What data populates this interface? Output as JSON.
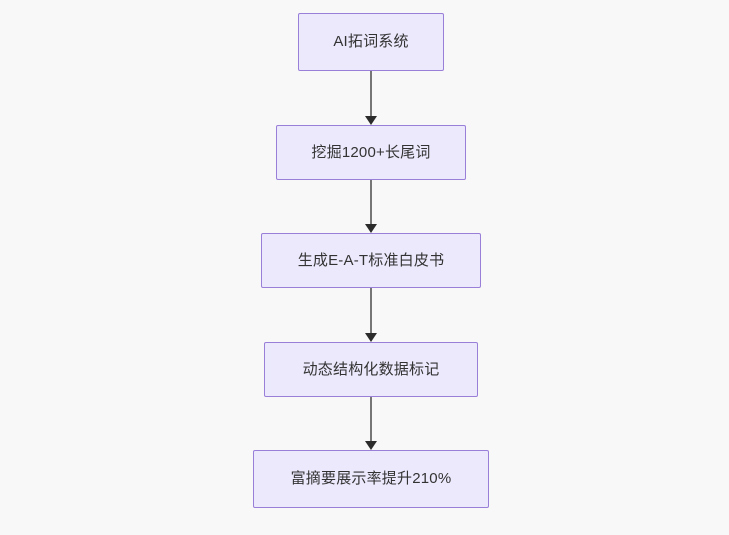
{
  "diagram": {
    "type": "flowchart",
    "direction": "top-to-bottom",
    "background_color": "#f8f8f8",
    "node_fill_color": "#ece9fc",
    "node_border_color": "#9a7fd8",
    "node_text_color": "#333333",
    "connector_line_color": "#767676",
    "connector_arrow_color": "#2b2b2b",
    "nodes": [
      {
        "id": "n0",
        "label": "AI拓词系统"
      },
      {
        "id": "n1",
        "label": "挖掘1200+长尾词"
      },
      {
        "id": "n2",
        "label": "生成E-A-T标准白皮书"
      },
      {
        "id": "n3",
        "label": "动态结构化数据标记"
      },
      {
        "id": "n4",
        "label": "富摘要展示率提升210%"
      }
    ],
    "edges": [
      {
        "from": "n0",
        "to": "n1",
        "label": ""
      },
      {
        "from": "n1",
        "to": "n2",
        "label": ""
      },
      {
        "from": "n2",
        "to": "n3",
        "label": ""
      },
      {
        "from": "n3",
        "to": "n4",
        "label": ""
      }
    ]
  }
}
